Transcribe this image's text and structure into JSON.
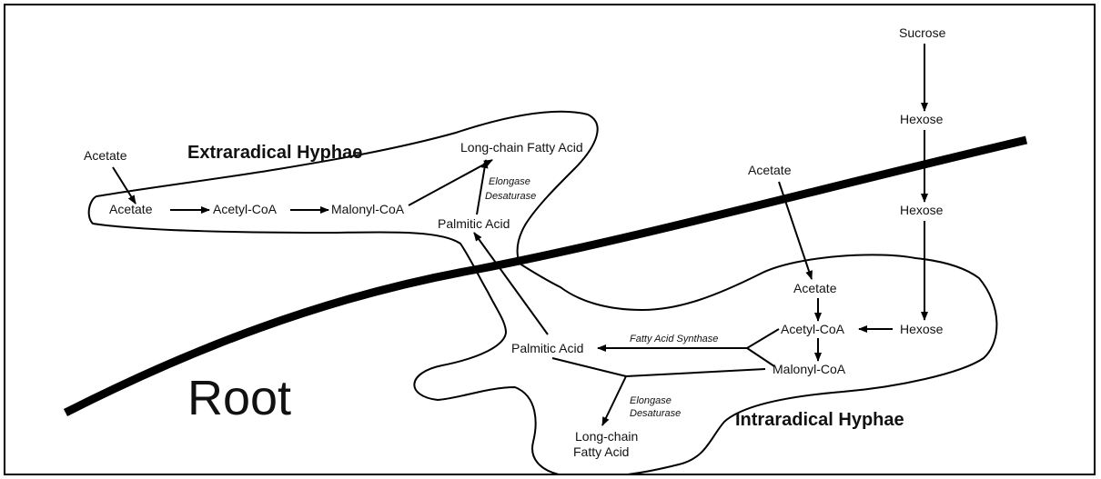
{
  "labels": {
    "root": "Root",
    "extraradical_title": "Extraradical Hyphae",
    "intraradical_title": "Intraradical Hyphae"
  },
  "extraradical": {
    "acetate_outside": "Acetate",
    "acetate": "Acetate",
    "acetyl_coa": "Acetyl-CoA",
    "malonyl_coa": "Malonyl-CoA",
    "palmitic_acid": "Palmitic Acid",
    "long_chain": "Long-chain Fatty Acid",
    "enzyme_elongase": "Elongase",
    "enzyme_desaturase": "Desaturase"
  },
  "host": {
    "sucrose": "Sucrose",
    "hexose_1": "Hexose",
    "hexose_2": "Hexose",
    "acetate_outside": "Acetate"
  },
  "intraradical": {
    "acetate": "Acetate",
    "hexose": "Hexose",
    "acetyl_coa": "Acetyl-CoA",
    "malonyl_coa": "Malonyl-CoA",
    "palmitic_acid": "Palmitic Acid",
    "fatty_acid_synthase": "Fatty Acid Synthase",
    "enzyme_elongase": "Elongase",
    "enzyme_desaturase": "Desaturase",
    "long_chain_line1": "Long-chain",
    "long_chain_line2": "Fatty Acid"
  }
}
